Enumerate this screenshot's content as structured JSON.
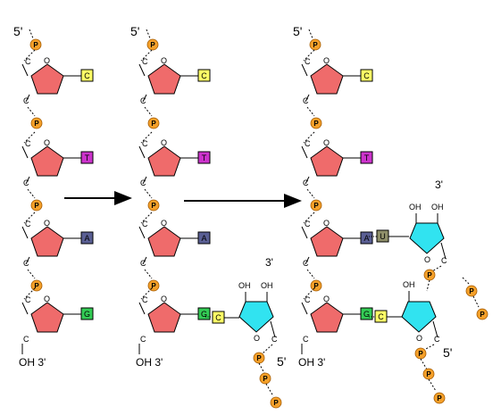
{
  "labels": {
    "five_prime": "5'",
    "three_prime": "3'",
    "oh_three_prime": "OH 3'",
    "oh": "OH",
    "carbon": "C",
    "oxygen": "O",
    "phosphate": "P"
  },
  "dna_bases": [
    "C",
    "T",
    "A",
    "G"
  ],
  "rna_bases_step2": [
    "C"
  ],
  "rna_bases_step3": [
    "U",
    "C"
  ],
  "colors": {
    "deoxyribose": "#ef6b6b",
    "ribose": "#31e3f0",
    "phosphate": "#f5a02a",
    "base_C": "#ffff66",
    "base_T": "#cc33cc",
    "base_A": "#5a5f94",
    "base_G": "#33cc55",
    "base_U": "#8f8f6a"
  },
  "panels": [
    "step-1-dna-template",
    "step-2-first-nucleotide-paired",
    "step-3-chain-elongation"
  ]
}
